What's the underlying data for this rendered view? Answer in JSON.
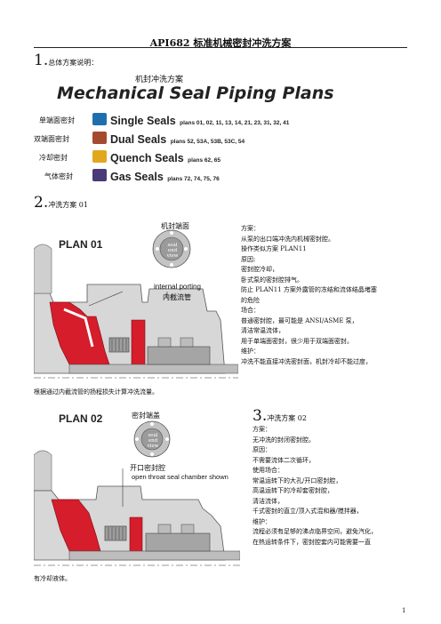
{
  "doc_title": "API682 标准机械密封冲洗方案",
  "section1": {
    "num": "1.",
    "title": "总体方案说明："
  },
  "header_cn": "机封冲洗方案",
  "header_en": "Mechanical Seal Piping Plans",
  "seal_types": [
    {
      "cn": "单端面密封",
      "en": "Single Seals",
      "plans": "plans 01, 02, 11, 13, 14, 21, 23, 31, 32, 41",
      "color": "#1f6fae"
    },
    {
      "cn": "双端面密封",
      "en": "Dual Seals",
      "plans": "plans 52, 53A, 53B, 53C, 54",
      "color": "#a44a2f"
    },
    {
      "cn": "冷却密封",
      "en": "Quench Seals",
      "plans": "plans 62, 65",
      "color": "#e1a81f"
    },
    {
      "cn": "气体密封",
      "en": "Gas Seals",
      "plans": "plans 72, 74, 75, 76",
      "color": "#4b3a78"
    }
  ],
  "section2": {
    "num": "2.",
    "title": "冲洗方案 01"
  },
  "plan01": {
    "label": "PLAN 01",
    "face_cn": "机封端面",
    "end_view": "end view",
    "seal_lbl": "seal",
    "internal_porting": "internal porting",
    "internal_cn": "内截流管",
    "text_lines": [
      "方案：",
      "从泵的出口端冲洗内机械密封腔。",
      "操作类似方案 PLAN11",
      "原因:",
      "密封腔冷却，",
      "卧式泵的密封腔排气。",
      "防止 PLAN11 方案外露管的冻结和流体结晶堵塞",
      "的危险",
      "场合：",
      "普通密封腔，最可能是 ANSI/ASME 泵，",
      "清洁常温流体，",
      "用于单端面密封，很少用于双端面密封。",
      "维护：",
      "冲洗不能直接冲洗密封面，机封冷却不能过度，"
    ],
    "continuation": "根据通过内截流管的扬程损失计算冲洗流量。"
  },
  "section3": {
    "num": "3.",
    "title": "冲洗方案 02"
  },
  "plan02": {
    "label": "PLAN 02",
    "gland_cn": "密封端盖",
    "end_view": "end view",
    "seal_lbl": "seal",
    "open_cn": "开口密封腔",
    "open_en": "open throat seal chamber shown",
    "text_lines": [
      "方案：",
      "无冲洗的封闭密封腔。",
      "原因：",
      "不需要流体二次循环，",
      "使用场合：",
      "常温运转下的大孔/开口密封腔，",
      "高温运转下的冷却套密封腔，",
      "清洁流体，",
      "千式密封的直立/顶入式混和器/搅拌器，",
      "维护：",
      "流程必须有足够的沸点临界空间，避免汽化，",
      "在热运转条件下，密封腔套内可能需要一直"
    ],
    "continuation": "有冷却液体。"
  },
  "page_number": "1"
}
